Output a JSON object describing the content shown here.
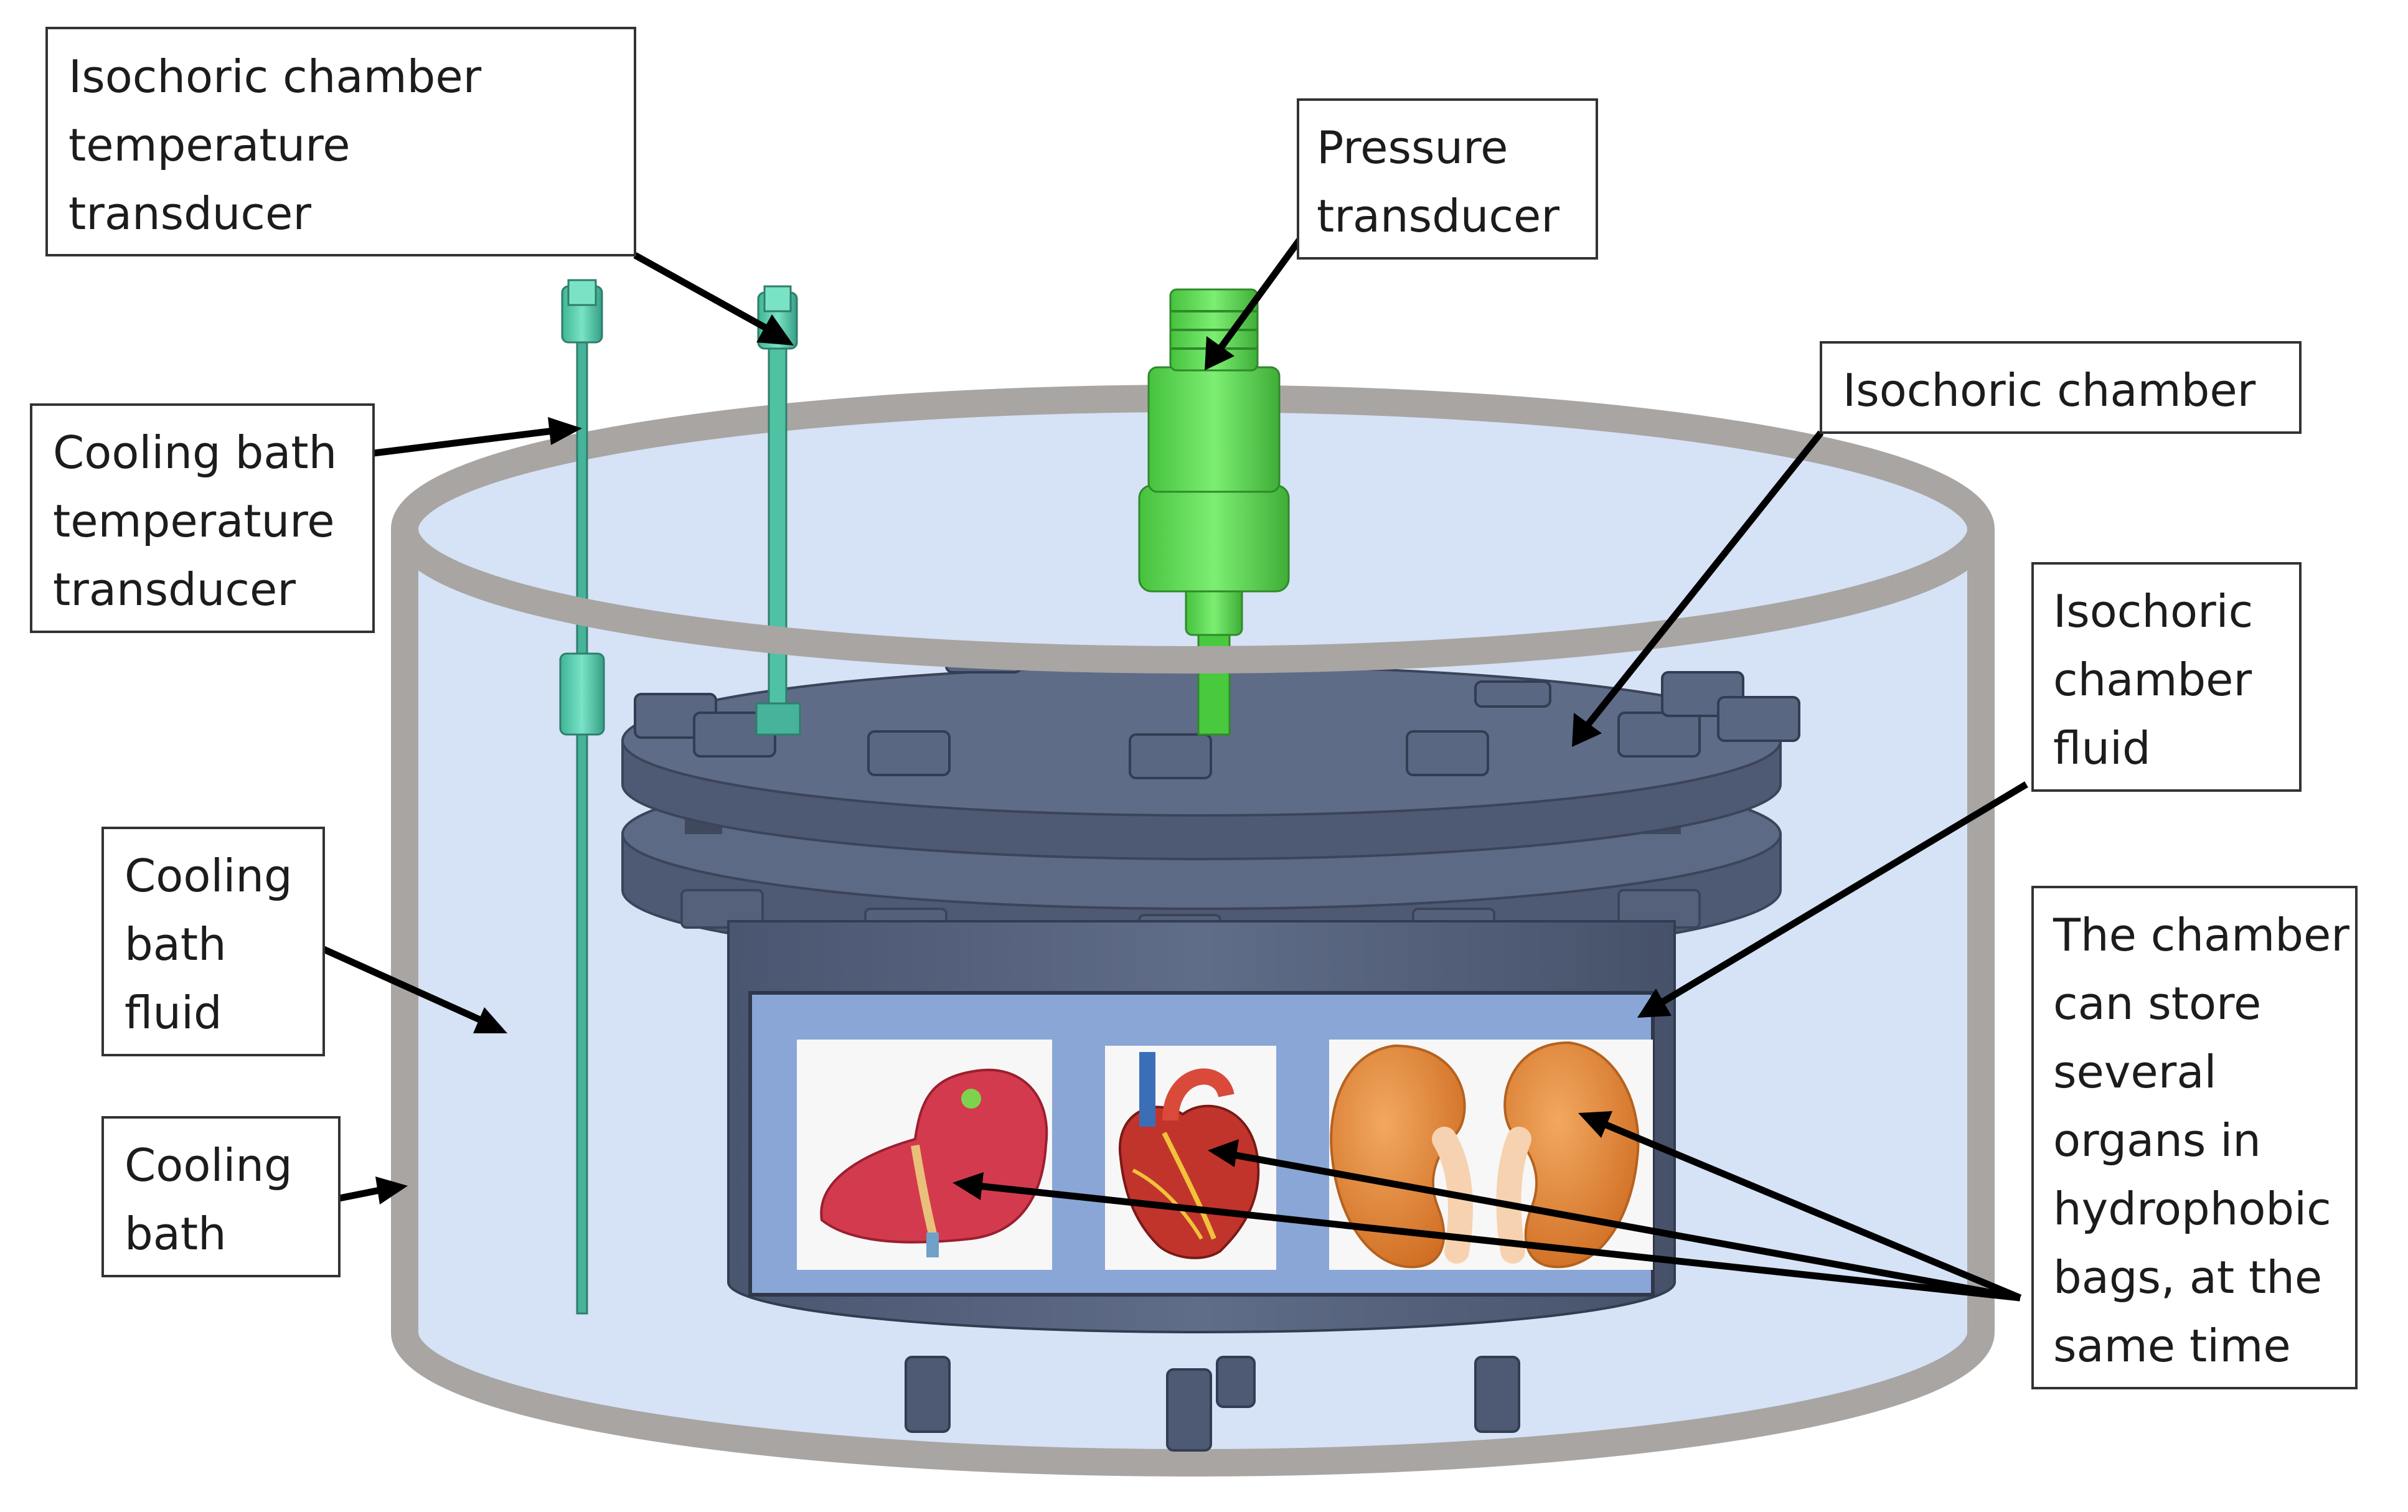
{
  "labels": {
    "chamber_temp_transducer": [
      "Isochoric chamber",
      "temperature",
      "transducer"
    ],
    "pressure_transducer": [
      "Pressure",
      "transducer"
    ],
    "isochoric_chamber": [
      "Isochoric chamber"
    ],
    "bath_temp_transducer": [
      "Cooling bath",
      "temperature",
      "transducer"
    ],
    "chamber_fluid": [
      "Isochoric",
      "chamber",
      "fluid"
    ],
    "bath_fluid": [
      "Cooling",
      "bath",
      "fluid"
    ],
    "organs_note": [
      "The chamber",
      "can store",
      "several",
      "organs in",
      "hydrophobic",
      "bags, at the",
      "same time"
    ],
    "cooling_bath": [
      "Cooling",
      "bath"
    ]
  },
  "organs": [
    "liver-icon",
    "heart-icon",
    "kidney-icon",
    "kidney-icon"
  ],
  "colors": {
    "bath_wall": "#a8a5a3",
    "bath_fluid": "#d6e2f5",
    "chamber_steel": "#55617a",
    "chamber_window": "#8aa6d6",
    "transducer_thermo": "#5fd3b4",
    "transducer_pressure": "#66e05e",
    "liver": "#d6344a",
    "kidney": "#e4893a"
  }
}
